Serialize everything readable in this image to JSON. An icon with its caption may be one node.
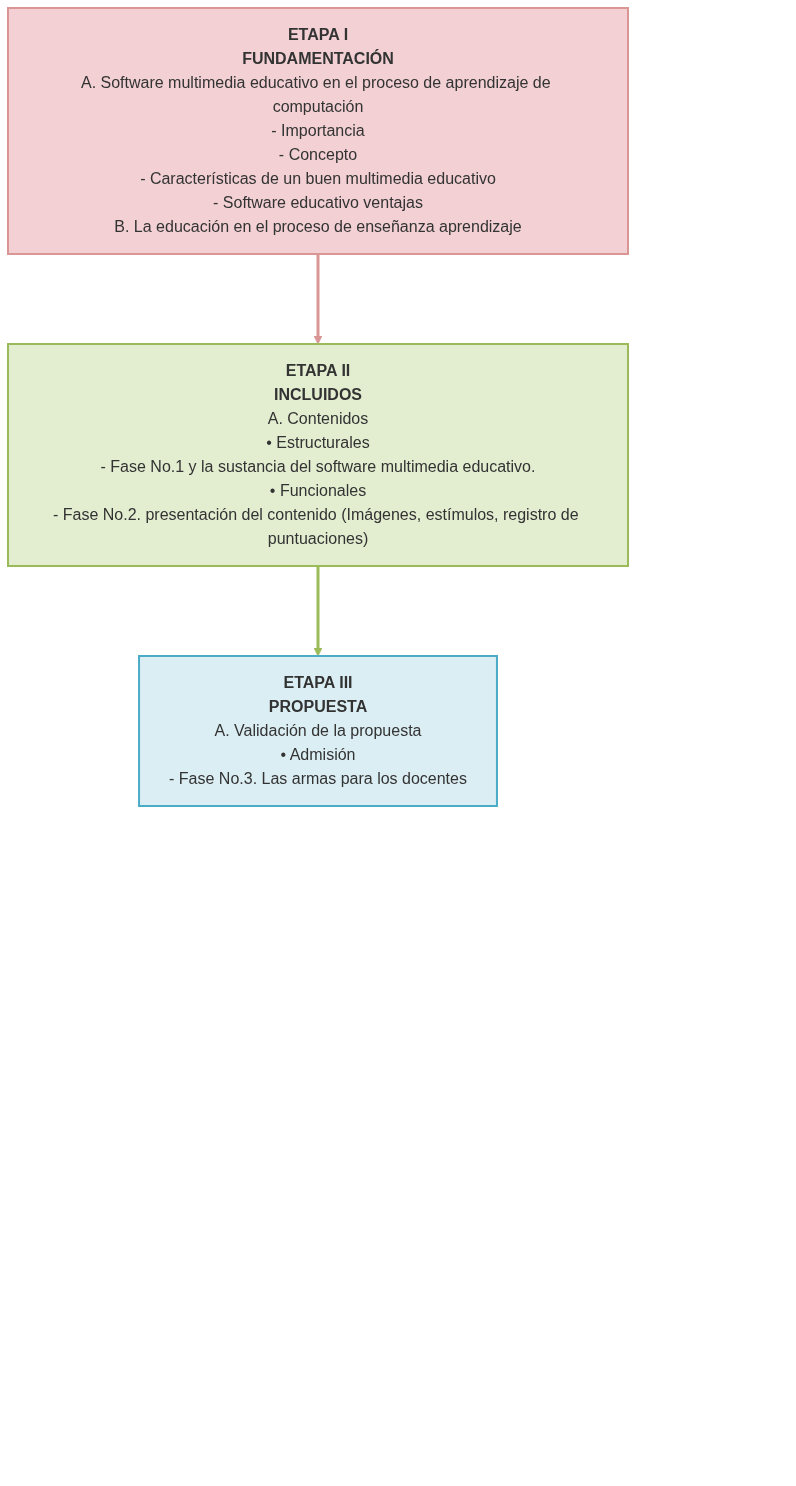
{
  "diagram": {
    "nodes": [
      {
        "text": [
          "ETAPA I",
          "FUNDAMENTACIÓN",
          "A. Software multimedia educativo en el proceso de aprendizaje de computación",
          "- Importancia",
          "- Concepto",
          "- Características de un buen multimedia educativo",
          "- Software educativo ventajas",
          "B. La educación en el proceso de enseñanza aprendizaje"
        ]
      },
      {
        "text": [
          "ETAPA II",
          "INCLUIDOS",
          "A. Contenidos",
          "• Estructurales",
          "- Fase No.1 y la sustancia del software multimedia educativo.",
          "• Funcionales",
          "- Fase No.2. presentación del contenido (Imágenes, estímulos, registro de puntuaciones)"
        ]
      },
      {
        "text": [
          "ETAPA III",
          "PROPUESTA",
          "A. Validación de la propuesta",
          "• Admisión",
          "- Fase No.3. Las armas para los docentes"
        ]
      }
    ],
    "edges": [
      {
        "from": 0,
        "to": 1,
        "arrow": "to",
        "color": "#d99694"
      },
      {
        "from": 1,
        "to": 2,
        "arrow": "to",
        "color": "#9bbb59"
      }
    ]
  }
}
